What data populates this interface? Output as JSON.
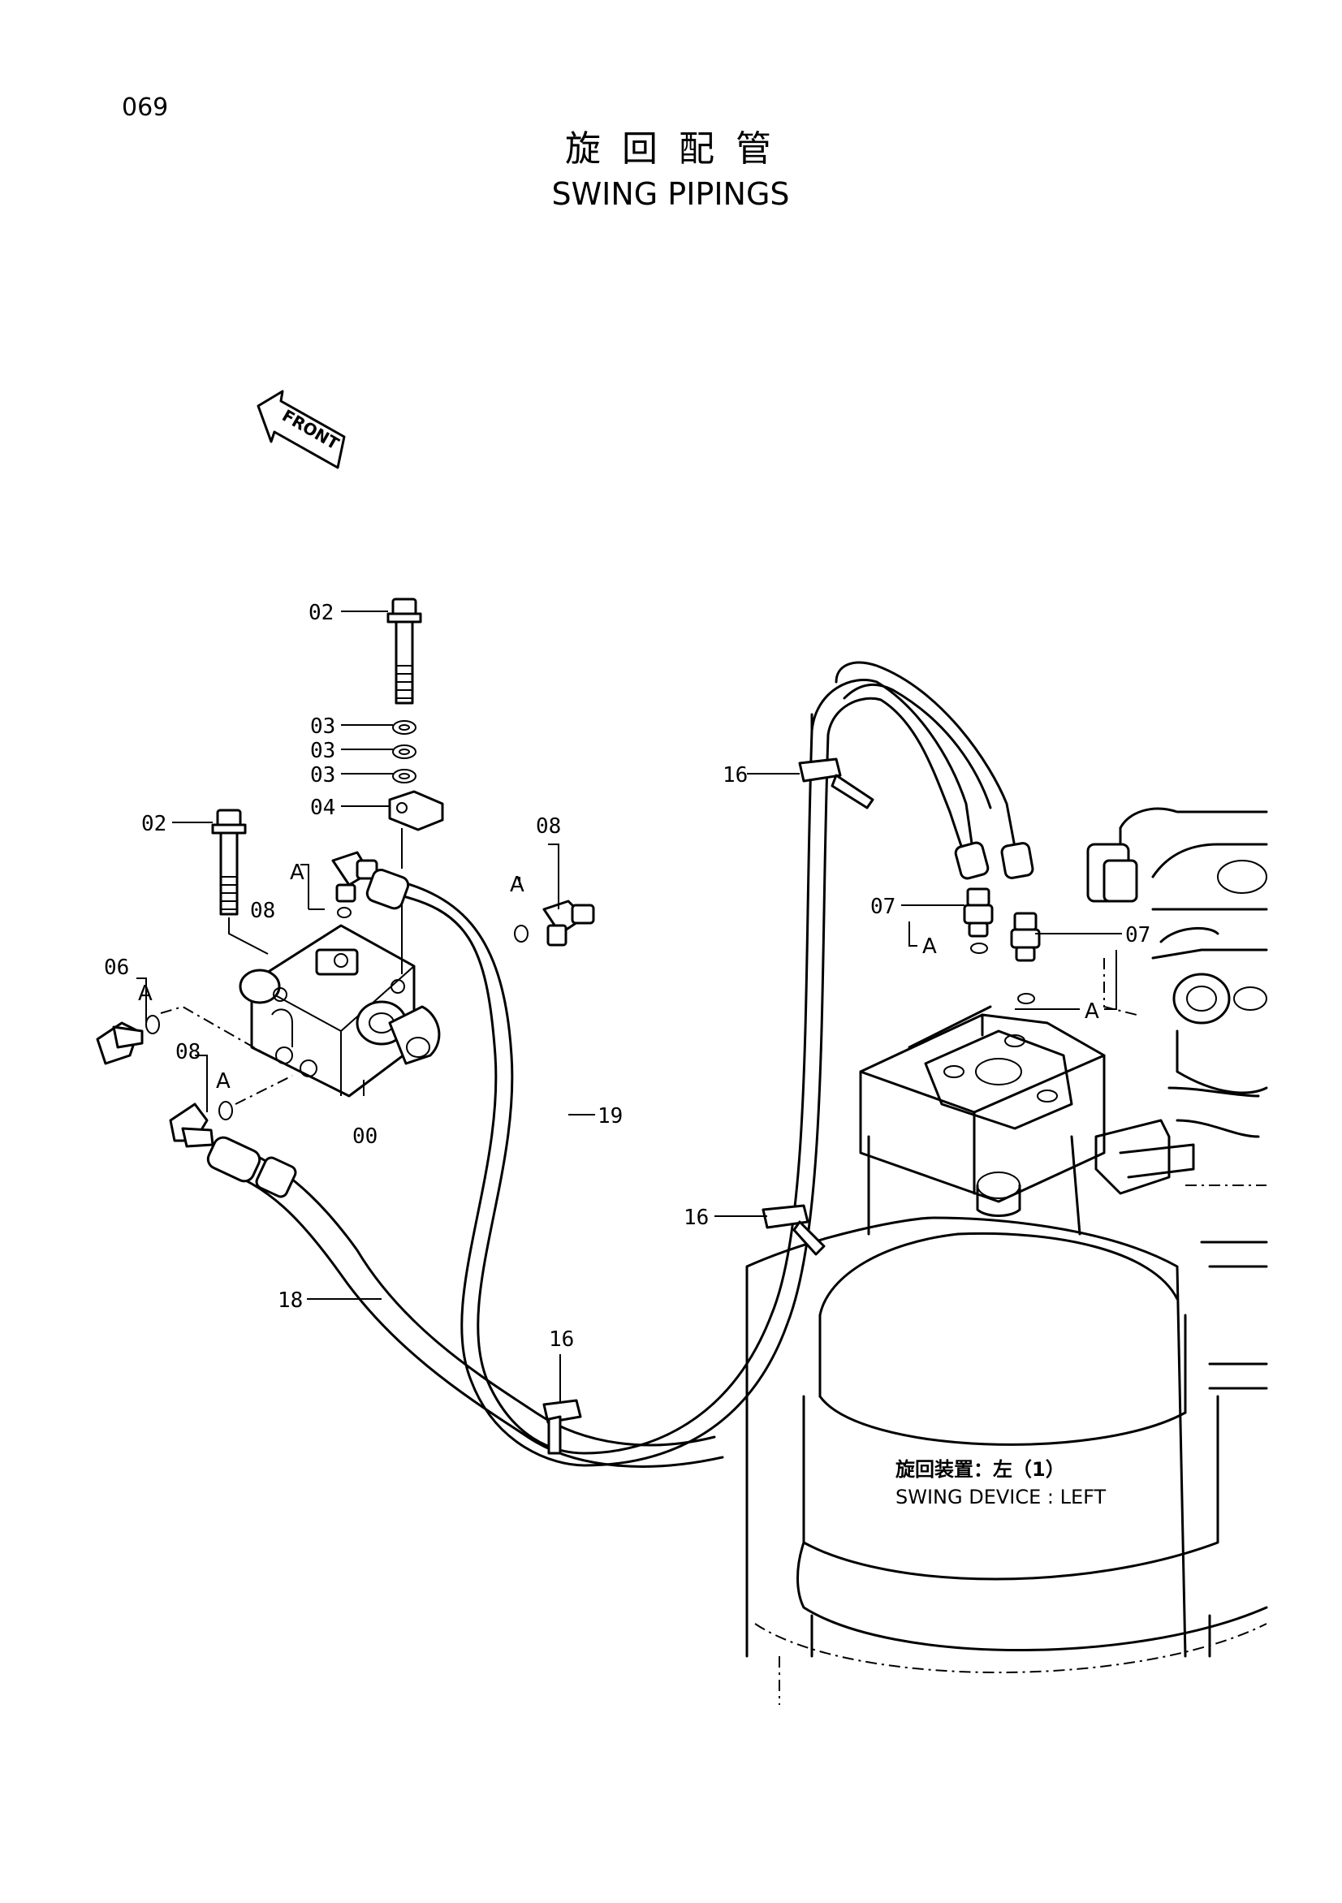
{
  "page_number": "069",
  "title_jp": "旋 回 配 管",
  "title_en": "SWING PIPINGS",
  "front_label": "FRONT",
  "device_label_jp": "旋回装置：左（1）",
  "device_label_en": "SWING DEVICE : LEFT",
  "callouts": {
    "c02a": "02",
    "c03a": "03",
    "c03b": "03",
    "c03c": "03",
    "c04": "04",
    "c02b": "02",
    "c08a": "08",
    "c08b": "08",
    "c06": "06",
    "c08c": "08",
    "c00": "00",
    "c16a": "16",
    "c07a": "07",
    "c07b": "07",
    "c19": "19",
    "c16b": "16",
    "c18": "18",
    "c16c": "16"
  },
  "detail_refs": {
    "a1": "A",
    "a2": "A",
    "a3": "A",
    "a4": "A",
    "a5": "A",
    "a6": "A"
  }
}
